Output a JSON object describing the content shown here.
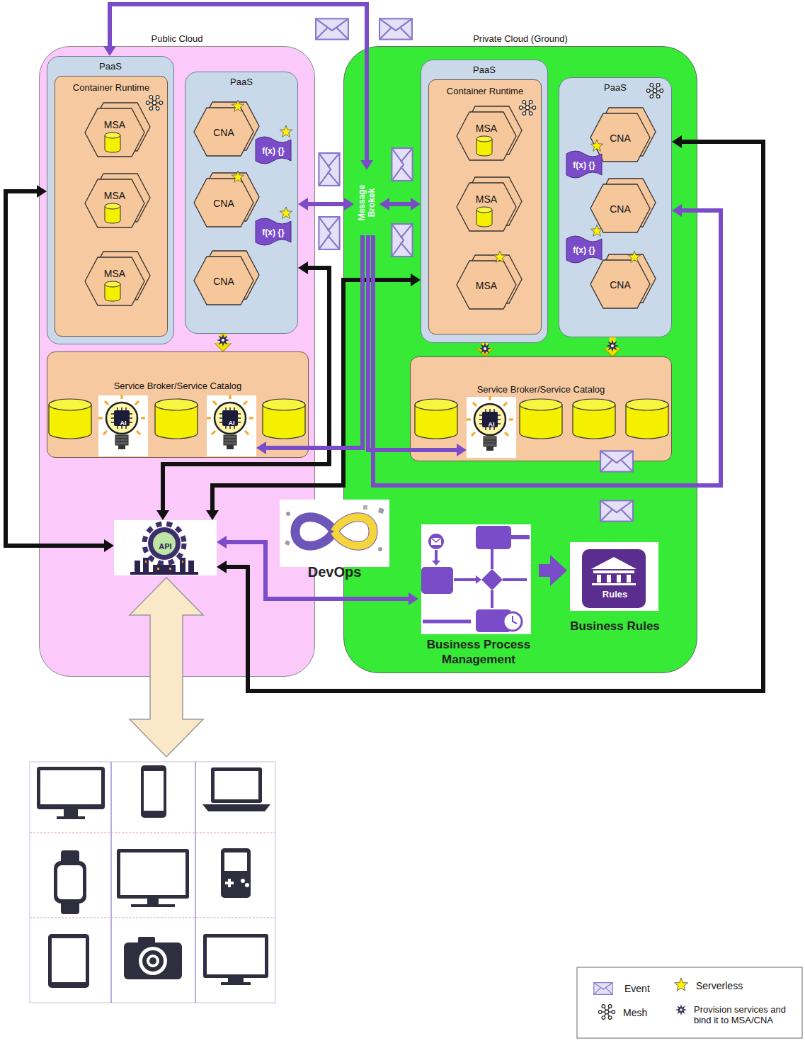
{
  "diagram": {
    "nodes": [
      {
        "text": [
          "Public Cloud"
        ]
      },
      {
        "text": [
          "PaaS"
        ],
        "in": 0
      },
      {
        "text": [
          "Container Runtime"
        ],
        "in": 1
      },
      {
        "text": [
          "MSA"
        ],
        "in": 2
      },
      {
        "text": [
          "MSA"
        ],
        "in": 2
      },
      {
        "text": [
          "MSA"
        ],
        "in": 2
      },
      {
        "text": [
          "PaaS"
        ],
        "in": 0
      },
      {
        "text": [
          "CNA"
        ],
        "in": 6
      },
      {
        "text": [
          "f(x) {}"
        ],
        "in": 6
      },
      {
        "text": [
          "CNA"
        ],
        "in": 6
      },
      {
        "text": [
          "f(x) {}"
        ],
        "in": 6
      },
      {
        "text": [
          "CNA"
        ],
        "in": 6
      },
      {
        "text": [
          "Service Broker/Service Catalog"
        ],
        "in": 0
      },
      {
        "text": [
          "AI"
        ],
        "in": 12
      },
      {
        "text": [
          "AI"
        ],
        "in": 12
      },
      {
        "text": [
          "API"
        ],
        "in": 0
      },
      {
        "text": [
          "Message Brokek"
        ]
      },
      {
        "text": [
          "Private Cloud (Ground)"
        ]
      },
      {
        "text": [
          "PaaS"
        ],
        "in": 17
      },
      {
        "text": [
          "Container Runtime"
        ],
        "in": 18
      },
      {
        "text": [
          "MSA"
        ],
        "in": 19
      },
      {
        "text": [
          "MSA"
        ],
        "in": 19
      },
      {
        "text": [
          "MSA"
        ],
        "in": 19
      },
      {
        "text": [
          "PaaS"
        ],
        "in": 17
      },
      {
        "text": [
          "CNA"
        ],
        "in": 23
      },
      {
        "text": [
          "f(x) {}"
        ],
        "in": 23
      },
      {
        "text": [
          "CNA"
        ],
        "in": 23
      },
      {
        "text": [
          "f(x) {}"
        ],
        "in": 23
      },
      {
        "text": [
          "CNA"
        ],
        "in": 23
      },
      {
        "text": [
          "Service Broker/Service Catalog"
        ],
        "in": 17
      },
      {
        "text": [
          "AI"
        ],
        "in": 29
      },
      {
        "text": [
          "DevOps"
        ]
      },
      {
        "text": [
          "Business Process Management"
        ],
        "in": 17
      },
      {
        "text": [
          "Rules",
          "Business Rules"
        ],
        "in": 17
      }
    ],
    "edges": [
      {
        "from": 1,
        "to": 16,
        "arrow": "both"
      },
      {
        "from": 6,
        "to": 16,
        "arrow": "both"
      },
      {
        "from": 16,
        "to": 18,
        "arrow": "both"
      },
      {
        "from": 15,
        "to": 1,
        "arrow": "both"
      },
      {
        "from": 15,
        "to": 6,
        "arrow": "both"
      },
      {
        "from": 15,
        "to": 18,
        "arrow": "both"
      },
      {
        "from": 15,
        "to": 23,
        "arrow": "both"
      },
      {
        "from": 16,
        "to": 14,
        "arrow": "to"
      },
      {
        "from": 16,
        "to": 30,
        "arrow": "to"
      },
      {
        "from": 16,
        "to": 23,
        "arrow": "to"
      },
      {
        "from": 15,
        "to": 32,
        "arrow": "both"
      },
      {
        "from": 32,
        "to": 33,
        "arrow": "to"
      },
      {
        "from": 6,
        "to": 12,
        "arrow": "to"
      },
      {
        "from": 18,
        "to": 29,
        "arrow": "to"
      },
      {
        "from": 23,
        "to": 29,
        "arrow": "to"
      }
    ],
    "legend": [
      {
        "text": "Event"
      },
      {
        "text": "Serverless"
      },
      {
        "text": "Mesh"
      },
      {
        "text": "Provision services and bind it to MSA/CNA"
      }
    ]
  }
}
